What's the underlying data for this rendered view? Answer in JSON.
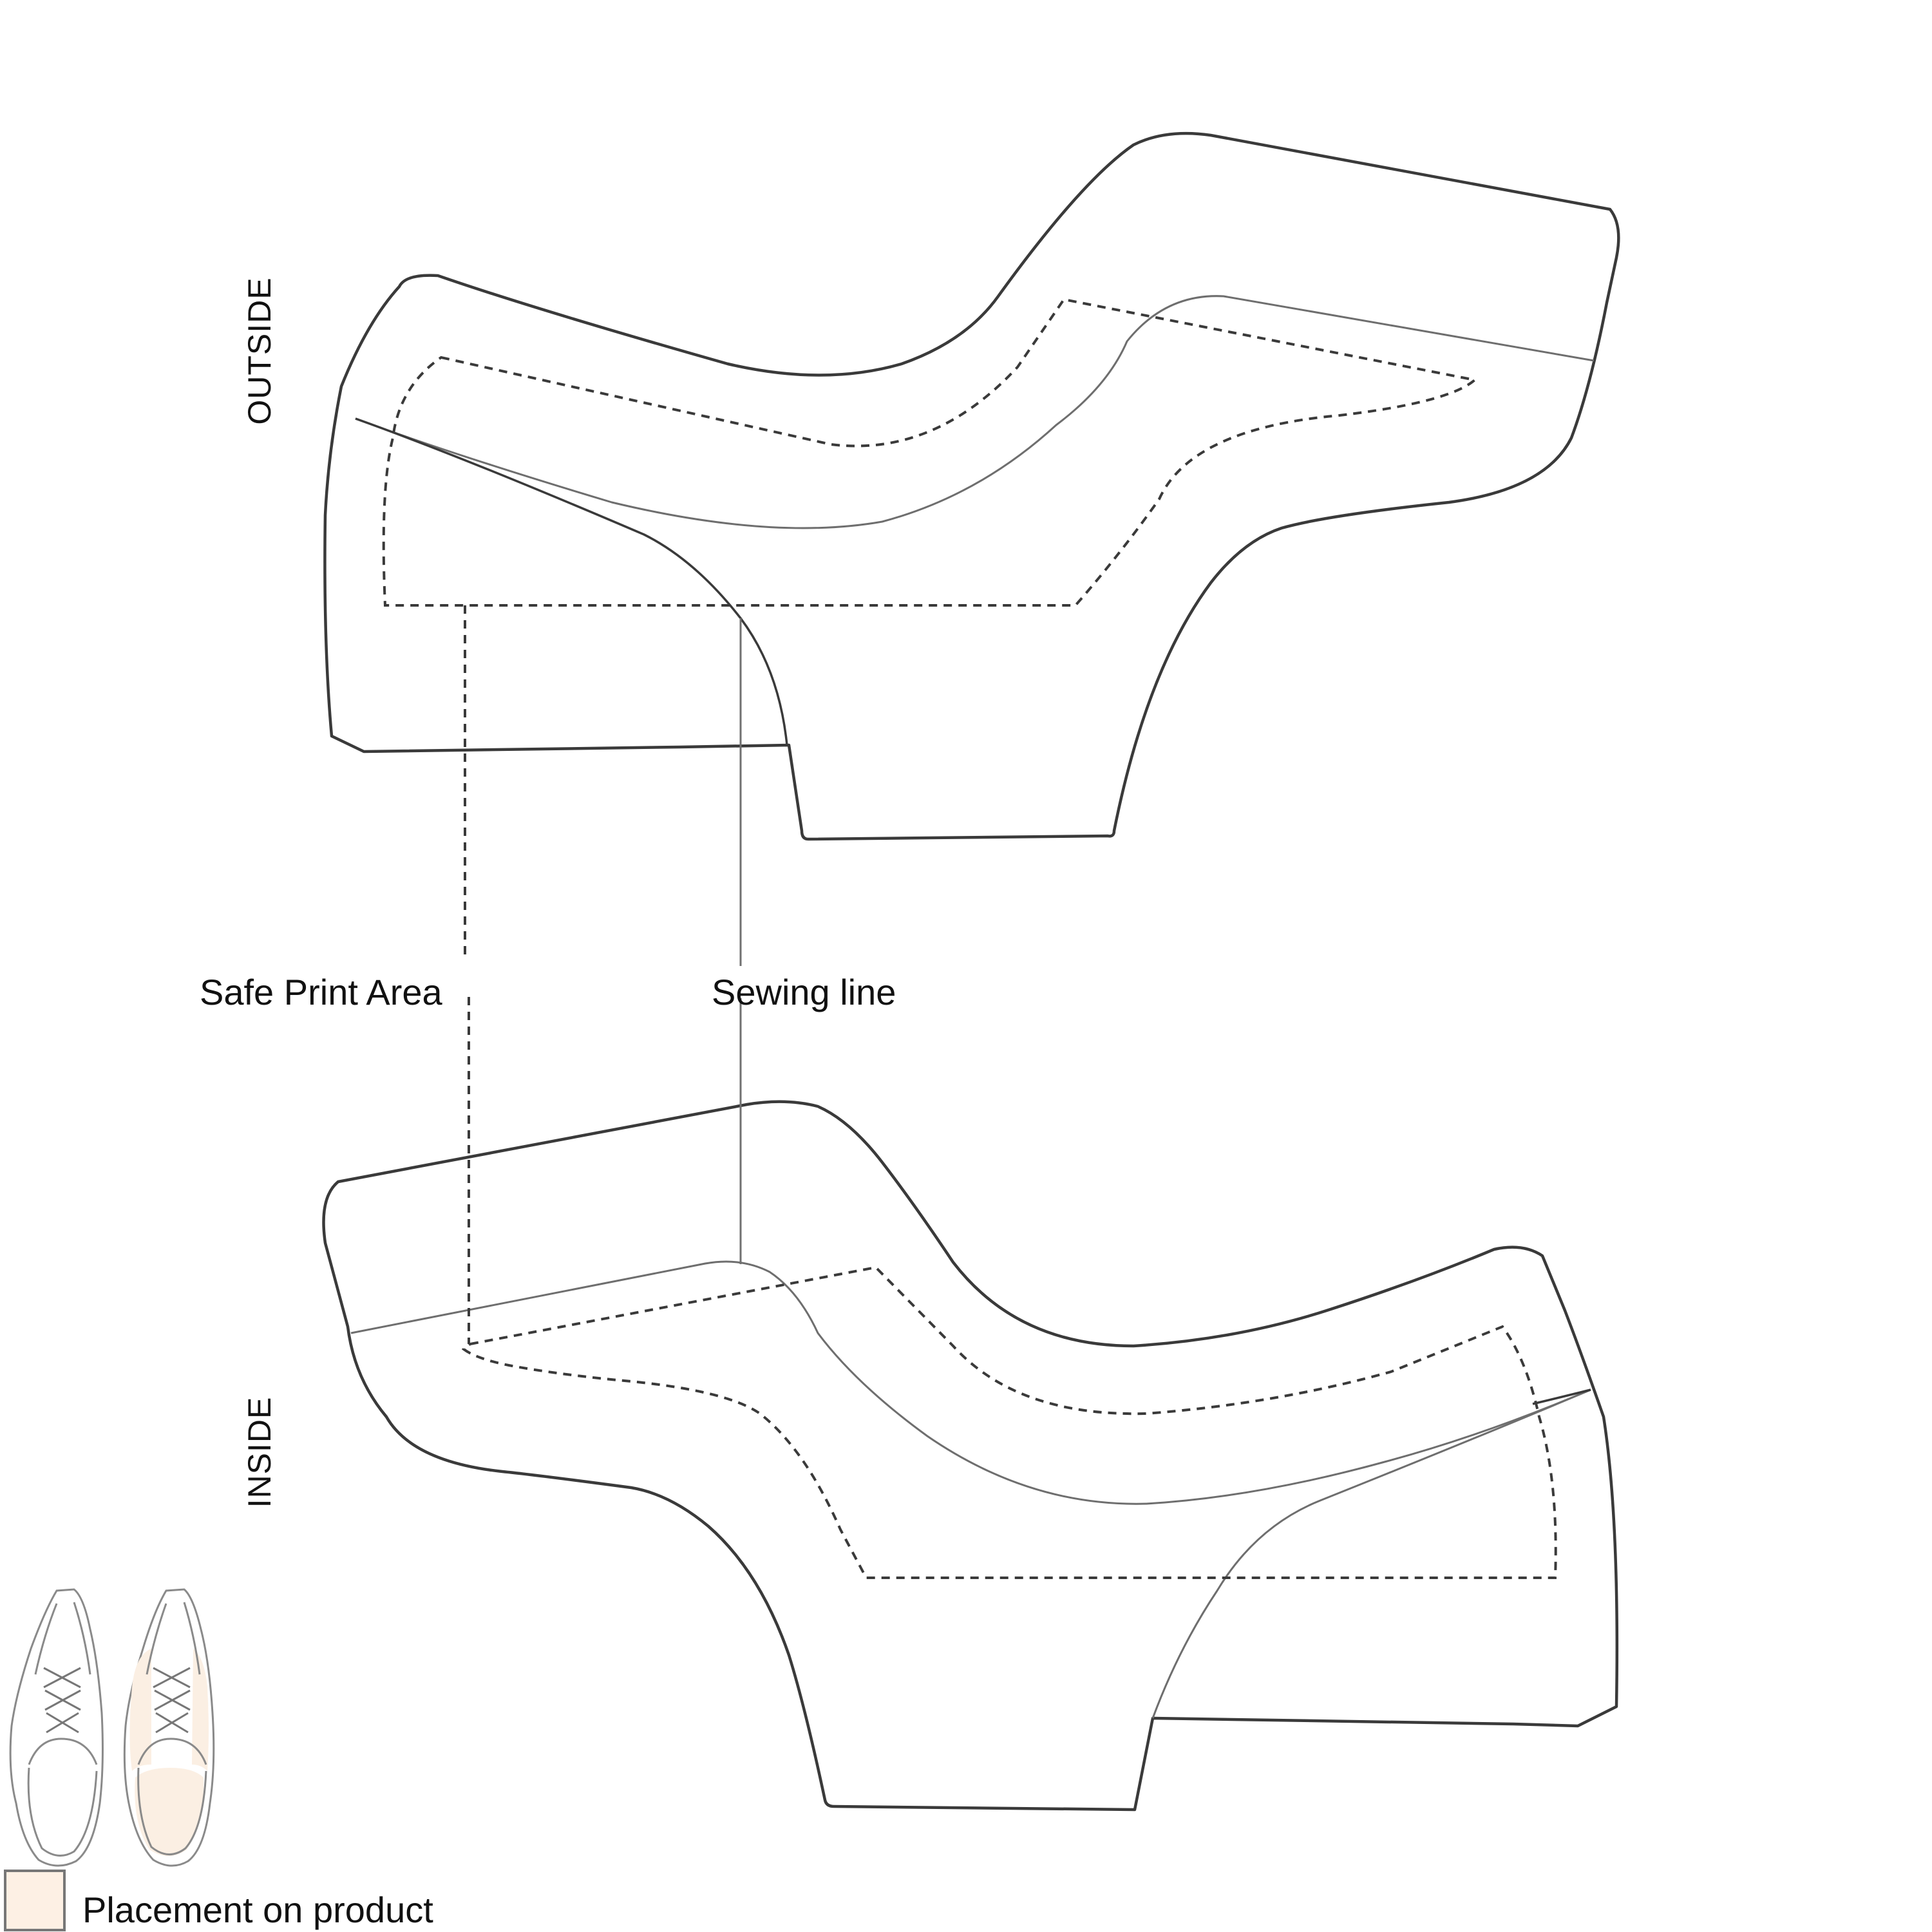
{
  "labels": {
    "outside": "OUTSIDE",
    "inside": "INSIDE",
    "safe_print_area": "Safe Print Area",
    "sewing_line": "Sewing line",
    "legend": "Placement on product"
  },
  "colors": {
    "outline": "#3a3a3a",
    "seam": "#6e6e6e",
    "placement_fill": "#fbefe3",
    "legend_swatch_fill": "#fdf0e4",
    "legend_swatch_stroke": "#777777",
    "background": "#ffffff"
  },
  "icons": {
    "product": "sneaker-pair-icon",
    "legend": "placement-swatch"
  }
}
